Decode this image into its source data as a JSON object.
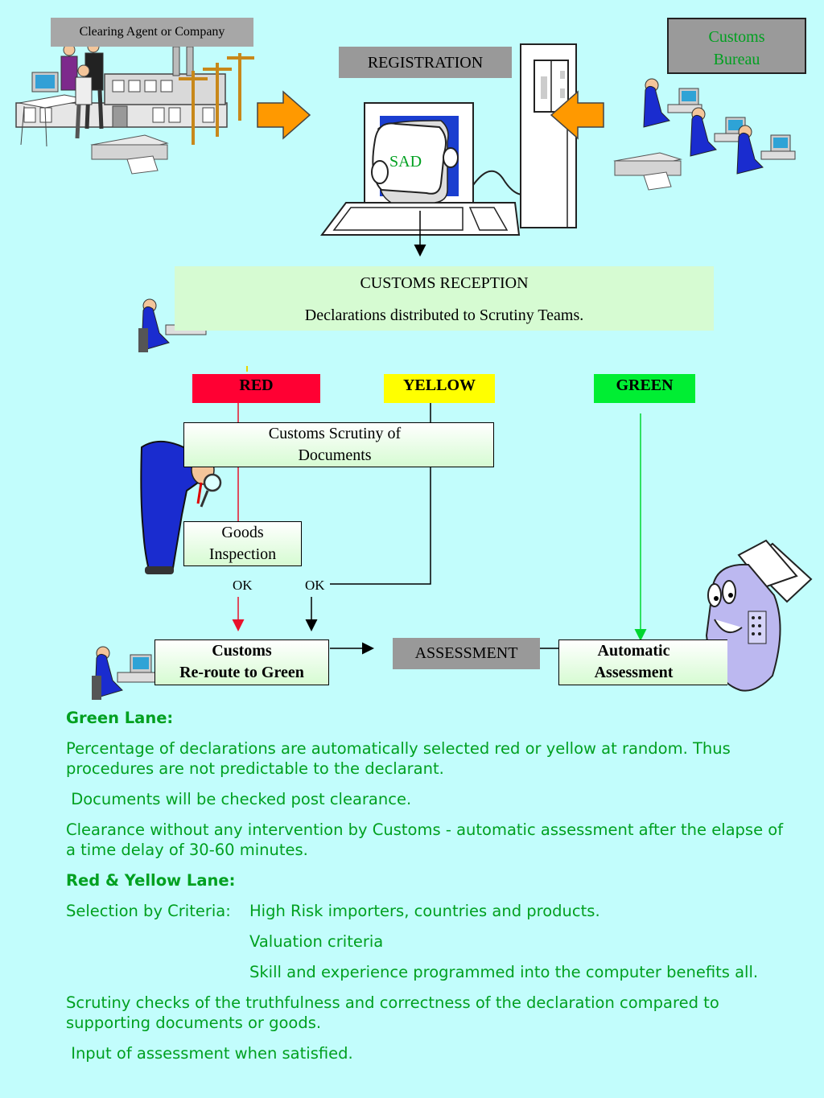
{
  "top": {
    "agent_label": "Clearing Agent or Company",
    "registration": "REGISTRATION",
    "sad": "SAD",
    "bureau_line1": "Customs",
    "bureau_line2": "Bureau"
  },
  "reception": {
    "title": "CUSTOMS RECEPTION",
    "subtitle": "Declarations distributed to Scrutiny Teams."
  },
  "lanes": {
    "red": "RED",
    "yellow": "YELLOW",
    "green": "GREEN"
  },
  "flow": {
    "scrutiny_line1": "Customs Scrutiny of",
    "scrutiny_line2": "Documents",
    "goods_line1": "Goods",
    "goods_line2": "Inspection",
    "ok_left": "OK",
    "ok_right": "OK",
    "reroute_line1": "Customs",
    "reroute_line2": "Re-route to Green",
    "assessment": "ASSESSMENT",
    "auto_line1": "Automatic",
    "auto_line2": "Assessment"
  },
  "notes": {
    "green_heading": "Green Lane:",
    "green_p1": "Percentage of declarations are automatically selected red or yellow at random.  Thus procedures are not predictable to the declarant.",
    "green_p2": " Documents will be checked post clearance.",
    "green_p3": "Clearance without any intervention by Customs - automatic assessment after the elapse of a time delay of 30-60 minutes.",
    "red_heading": "Red & Yellow Lane:",
    "criteria_label": "Selection by Criteria:",
    "criteria_1": "High Risk importers, countries and products.",
    "criteria_2": "Valuation criteria",
    "criteria_3": "Skill and experience programmed into the computer benefits all.",
    "scrutiny_p": "Scrutiny checks of the truthfulness and correctness of the declaration compared to supporting documents or goods.",
    "input_p": " Input of assessment when satisfied."
  },
  "colors": {
    "background": "#c2fdfc",
    "red_lane": "#ff0033",
    "yellow_lane": "#ffff00",
    "green_lane": "#00ee33",
    "notes_text": "#00a020",
    "bureau_text": "#00a020",
    "arrow_orange": "#ff9900"
  }
}
